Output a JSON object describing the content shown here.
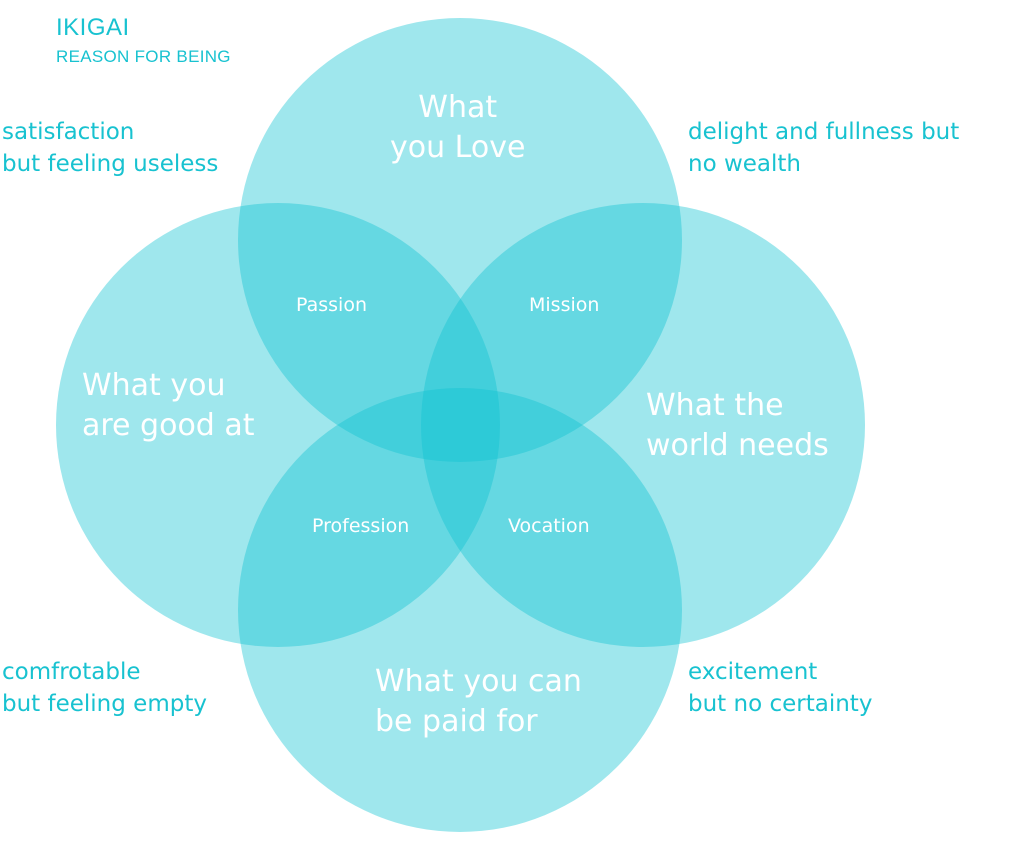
{
  "title": {
    "main": "IKIGAI",
    "subtitle": "REASON FOR BEING"
  },
  "colors": {
    "circle": "#0ec3d2",
    "accent_text": "#18c2d0",
    "label_text": "#ffffff"
  },
  "circles": {
    "top": {
      "line1": "What",
      "line2": "you Love"
    },
    "left": {
      "line1": "What you",
      "line2": "are good at"
    },
    "right": {
      "line1": "What the",
      "line2": "world needs"
    },
    "bottom": {
      "line1": "What you can",
      "line2": "be paid for"
    }
  },
  "overlaps": {
    "passion": "Passion",
    "mission": "Mission",
    "profession": "Profession",
    "vocation": "Vocation"
  },
  "corners": {
    "top_left": {
      "line1": "satisfaction",
      "line2": "but feeling useless"
    },
    "top_right": {
      "line1": "delight and fullness but",
      "line2": "no wealth"
    },
    "bottom_left": {
      "line1": "comfrotable",
      "line2": "but feeling empty"
    },
    "bottom_right": {
      "line1": "excitement",
      "line2": "but no certainty"
    }
  }
}
